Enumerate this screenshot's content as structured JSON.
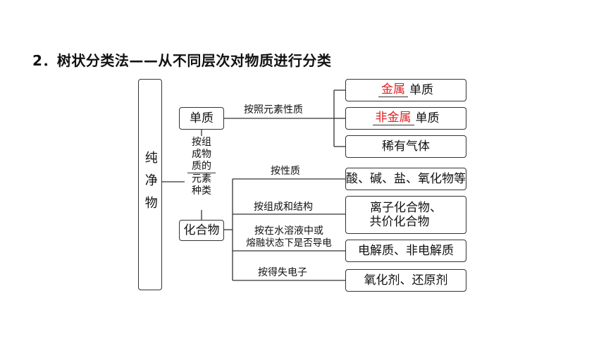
{
  "title": "2．树状分类法——从不同层次对物质进行分类",
  "root": "纯净物",
  "middle_criterion": [
    "按组",
    "成物",
    "质的",
    "元素",
    "种类"
  ],
  "elemental": {
    "label": "单质",
    "criterion": "按照元素性质",
    "leaves": [
      {
        "fill": "金属",
        "suffix": "单质"
      },
      {
        "fill": "非金属",
        "suffix": "单质"
      },
      {
        "text": "稀有气体"
      }
    ]
  },
  "compound": {
    "label": "化合物",
    "branches": [
      {
        "criterion": [
          "按性质"
        ],
        "leaf": [
          "酸、碱、盐、氧化物等"
        ]
      },
      {
        "criterion": [
          "按组成和结构"
        ],
        "leaf": [
          "离子化合物、",
          "共价化合物"
        ]
      },
      {
        "criterion": [
          "按在水溶液中或",
          "熔融状态下是否导电"
        ],
        "leaf": [
          "电解质、非电解质"
        ]
      },
      {
        "criterion": [
          "按得失电子"
        ],
        "leaf": [
          "氧化剂、还原剂"
        ]
      }
    ]
  },
  "colors": {
    "answer": "#e02020",
    "line": "#333333"
  }
}
